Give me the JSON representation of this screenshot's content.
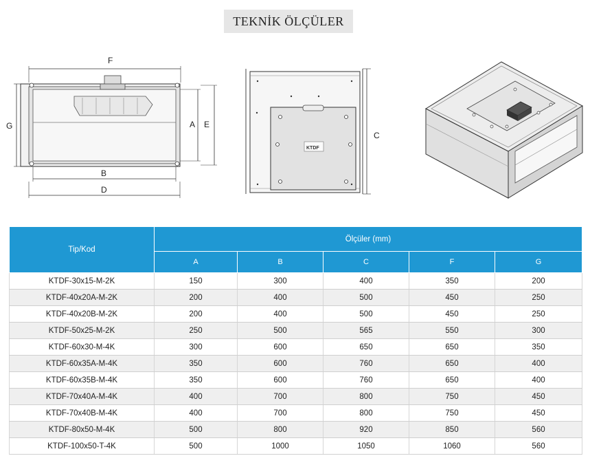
{
  "heading": "TEKNİK ÖLÇÜLER",
  "drawing_labels": {
    "front": {
      "F": "F",
      "G": "G",
      "A": "A",
      "E": "E",
      "B": "B",
      "D": "D"
    },
    "side": {
      "C": "C"
    },
    "logo_text": "KTDF"
  },
  "table": {
    "tip_header": "Tip/Kod",
    "group_header": "Ölçüler (mm)",
    "columns": [
      "A",
      "B",
      "C",
      "F",
      "G"
    ],
    "rows": [
      {
        "tip": "KTDF-30x15-M-2K",
        "values": [
          "150",
          "300",
          "400",
          "350",
          "200"
        ]
      },
      {
        "tip": "KTDF-40x20A-M-2K",
        "values": [
          "200",
          "400",
          "500",
          "450",
          "250"
        ]
      },
      {
        "tip": "KTDF-40x20B-M-2K",
        "values": [
          "200",
          "400",
          "500",
          "450",
          "250"
        ]
      },
      {
        "tip": "KTDF-50x25-M-2K",
        "values": [
          "250",
          "500",
          "565",
          "550",
          "300"
        ]
      },
      {
        "tip": "KTDF-60x30-M-4K",
        "values": [
          "300",
          "600",
          "650",
          "650",
          "350"
        ]
      },
      {
        "tip": "KTDF-60x35A-M-4K",
        "values": [
          "350",
          "600",
          "760",
          "650",
          "400"
        ]
      },
      {
        "tip": "KTDF-60x35B-M-4K",
        "values": [
          "350",
          "600",
          "760",
          "650",
          "400"
        ]
      },
      {
        "tip": "KTDF-70x40A-M-4K",
        "values": [
          "400",
          "700",
          "800",
          "750",
          "450"
        ]
      },
      {
        "tip": "KTDF-70x40B-M-4K",
        "values": [
          "400",
          "700",
          "800",
          "750",
          "450"
        ]
      },
      {
        "tip": "KTDF-80x50-M-4K",
        "values": [
          "500",
          "800",
          "920",
          "850",
          "560"
        ]
      },
      {
        "tip": "KTDF-100x50-T-4K",
        "values": [
          "500",
          "1000",
          "1050",
          "1060",
          "560"
        ]
      }
    ]
  }
}
